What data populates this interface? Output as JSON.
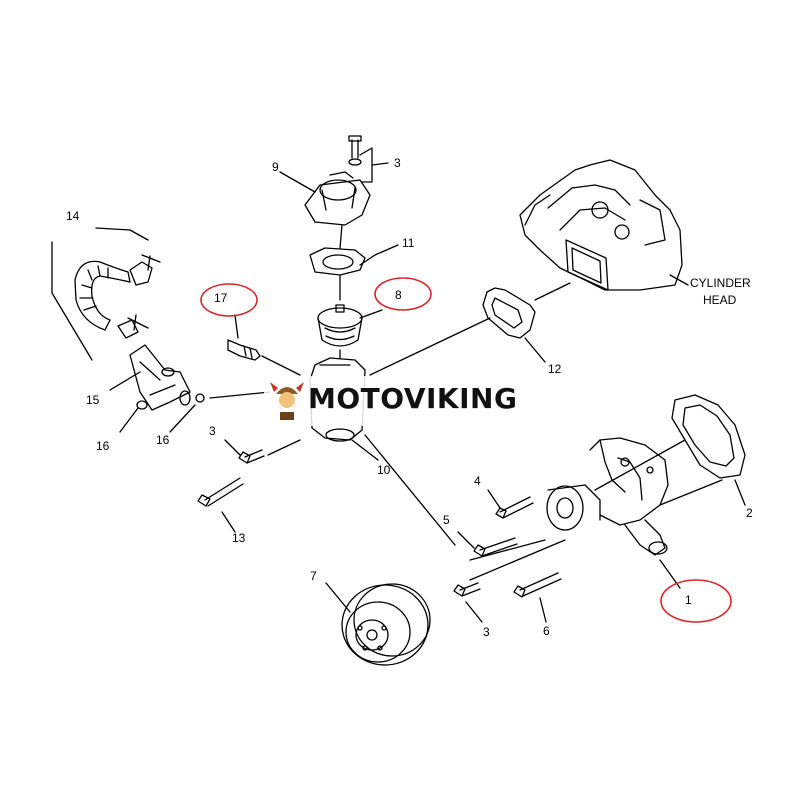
{
  "watermark": {
    "brand": "MOTOVIKING"
  },
  "callouts": {
    "c1": "1",
    "c2": "2",
    "c3a": "3",
    "c3b": "3",
    "c3c": "3",
    "c4": "4",
    "c5": "5",
    "c6": "6",
    "c7": "7",
    "c8": "8",
    "c9": "9",
    "c10": "10",
    "c11": "11",
    "c12": "12",
    "c13": "13",
    "c14": "14",
    "c15": "15",
    "c16a": "16",
    "c16b": "16",
    "c17": "17"
  },
  "cylinder_head": {
    "line1": "CYLINDER",
    "line2": "HEAD"
  },
  "colors": {
    "highlight": "#d9262a",
    "ink": "#000000"
  },
  "highlighted_callouts": [
    "17",
    "8",
    "1"
  ]
}
